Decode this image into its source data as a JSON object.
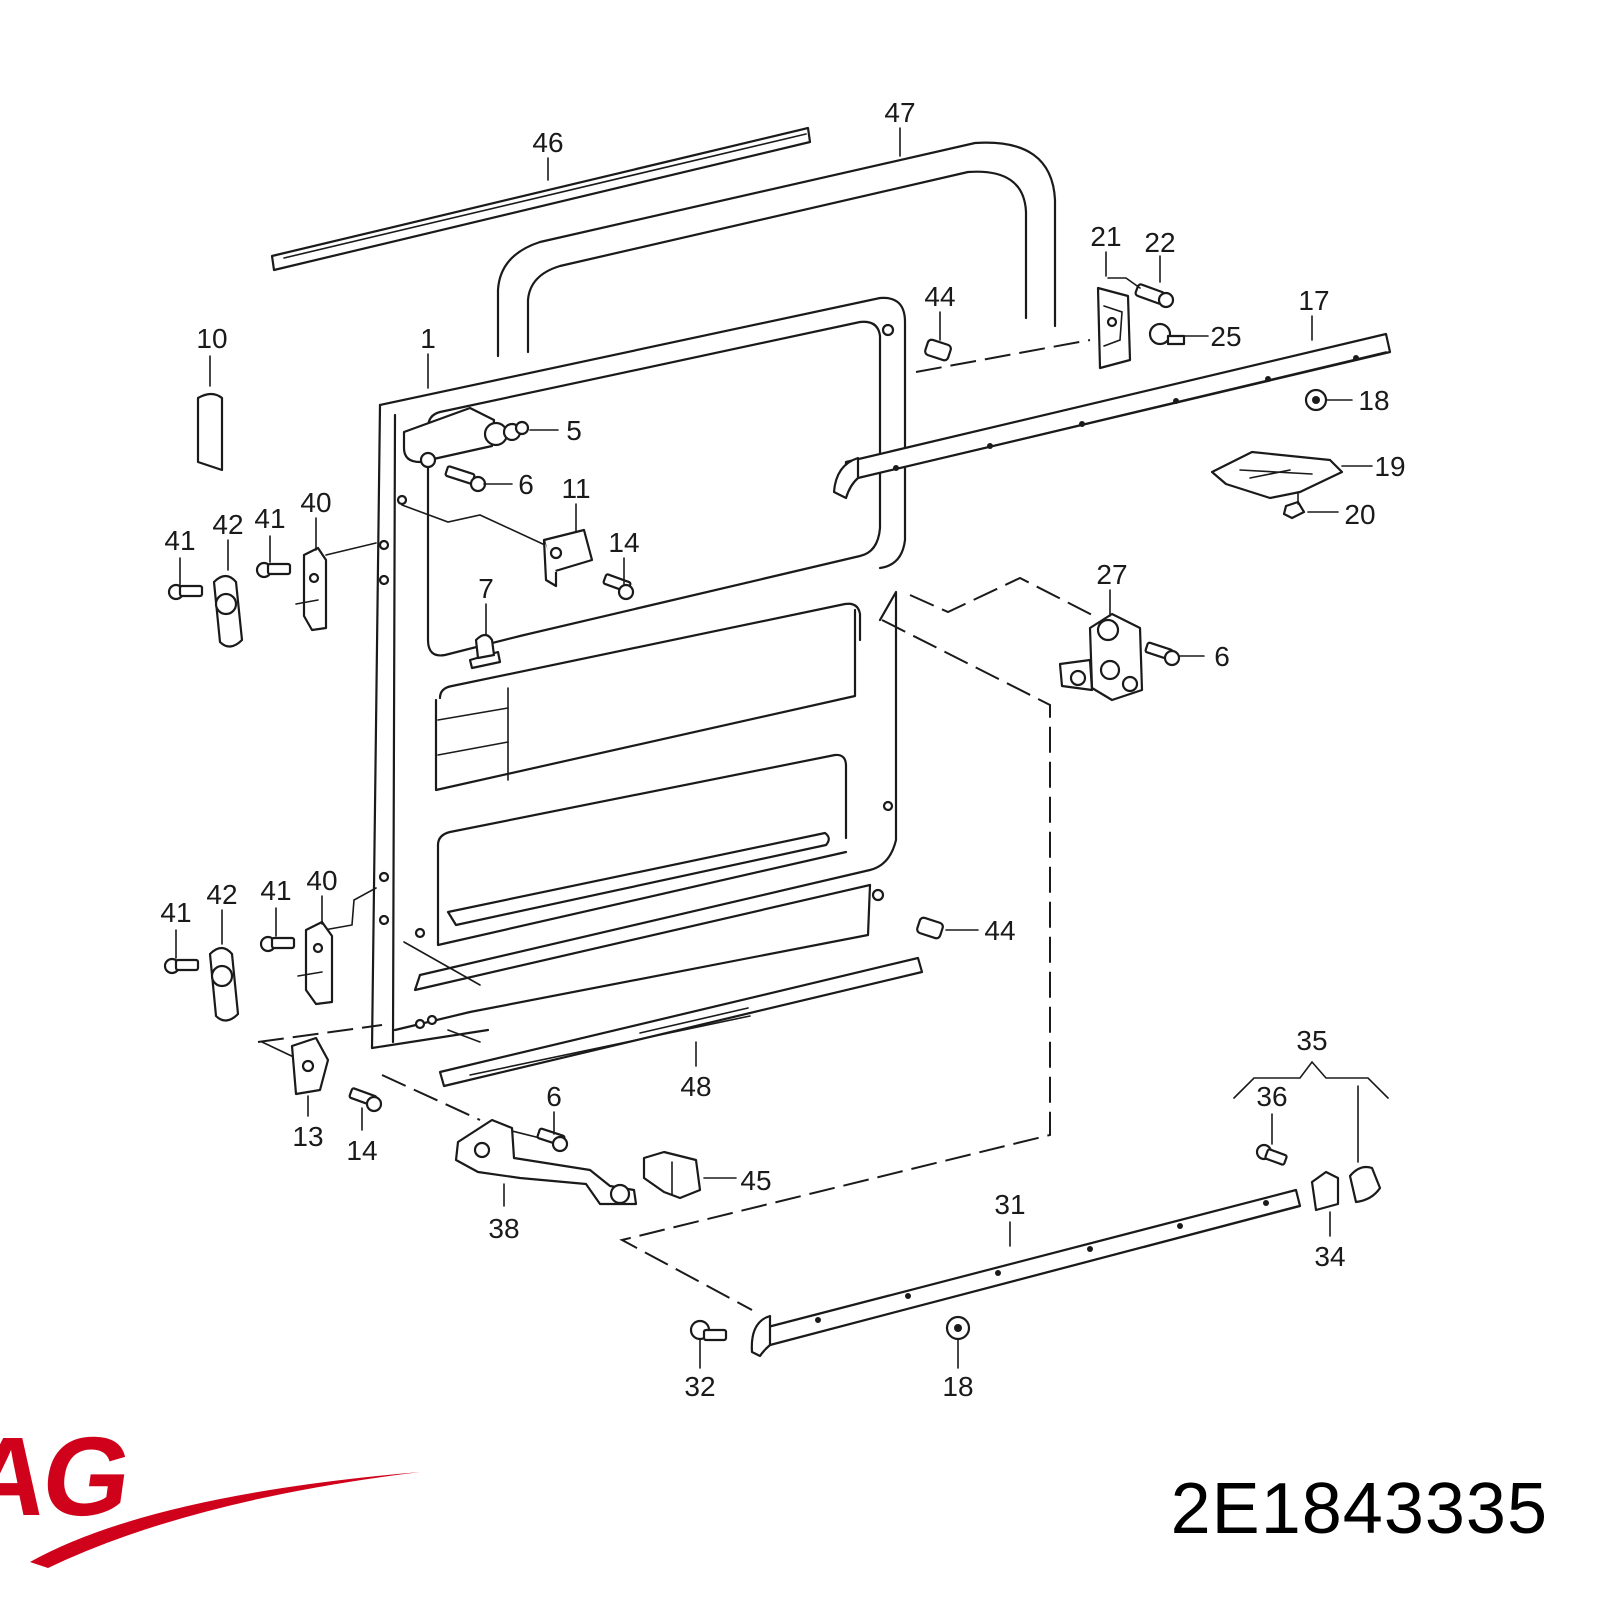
{
  "brand": {
    "logo_text": "VAG",
    "logo_color": "#d0021b",
    "part_number": "2E1843335"
  },
  "callouts": [
    {
      "id": "c46",
      "label": "46"
    },
    {
      "id": "c47",
      "label": "47"
    },
    {
      "id": "c21",
      "label": "21"
    },
    {
      "id": "c22",
      "label": "22"
    },
    {
      "id": "c44a",
      "label": "44"
    },
    {
      "id": "c17",
      "label": "17"
    },
    {
      "id": "c25",
      "label": "25"
    },
    {
      "id": "c10",
      "label": "10"
    },
    {
      "id": "c1",
      "label": "1"
    },
    {
      "id": "c18a",
      "label": "18"
    },
    {
      "id": "c5",
      "label": "5"
    },
    {
      "id": "c19",
      "label": "19"
    },
    {
      "id": "c6a",
      "label": "6"
    },
    {
      "id": "c11",
      "label": "11"
    },
    {
      "id": "c20",
      "label": "20"
    },
    {
      "id": "c41a",
      "label": "41"
    },
    {
      "id": "c42a",
      "label": "42"
    },
    {
      "id": "c41b",
      "label": "41"
    },
    {
      "id": "c40a",
      "label": "40"
    },
    {
      "id": "c14a",
      "label": "14"
    },
    {
      "id": "c27",
      "label": "27"
    },
    {
      "id": "c7",
      "label": "7"
    },
    {
      "id": "c6b",
      "label": "6"
    },
    {
      "id": "c41c",
      "label": "41"
    },
    {
      "id": "c42b",
      "label": "42"
    },
    {
      "id": "c41d",
      "label": "41"
    },
    {
      "id": "c40b",
      "label": "40"
    },
    {
      "id": "c44b",
      "label": "44"
    },
    {
      "id": "c35",
      "label": "35"
    },
    {
      "id": "c48",
      "label": "48"
    },
    {
      "id": "c6c",
      "label": "6"
    },
    {
      "id": "c36",
      "label": "36"
    },
    {
      "id": "c13",
      "label": "13"
    },
    {
      "id": "c14b",
      "label": "14"
    },
    {
      "id": "c45",
      "label": "45"
    },
    {
      "id": "c31",
      "label": "31"
    },
    {
      "id": "c38",
      "label": "38"
    },
    {
      "id": "c34",
      "label": "34"
    },
    {
      "id": "c32",
      "label": "32"
    },
    {
      "id": "c18b",
      "label": "18"
    }
  ]
}
